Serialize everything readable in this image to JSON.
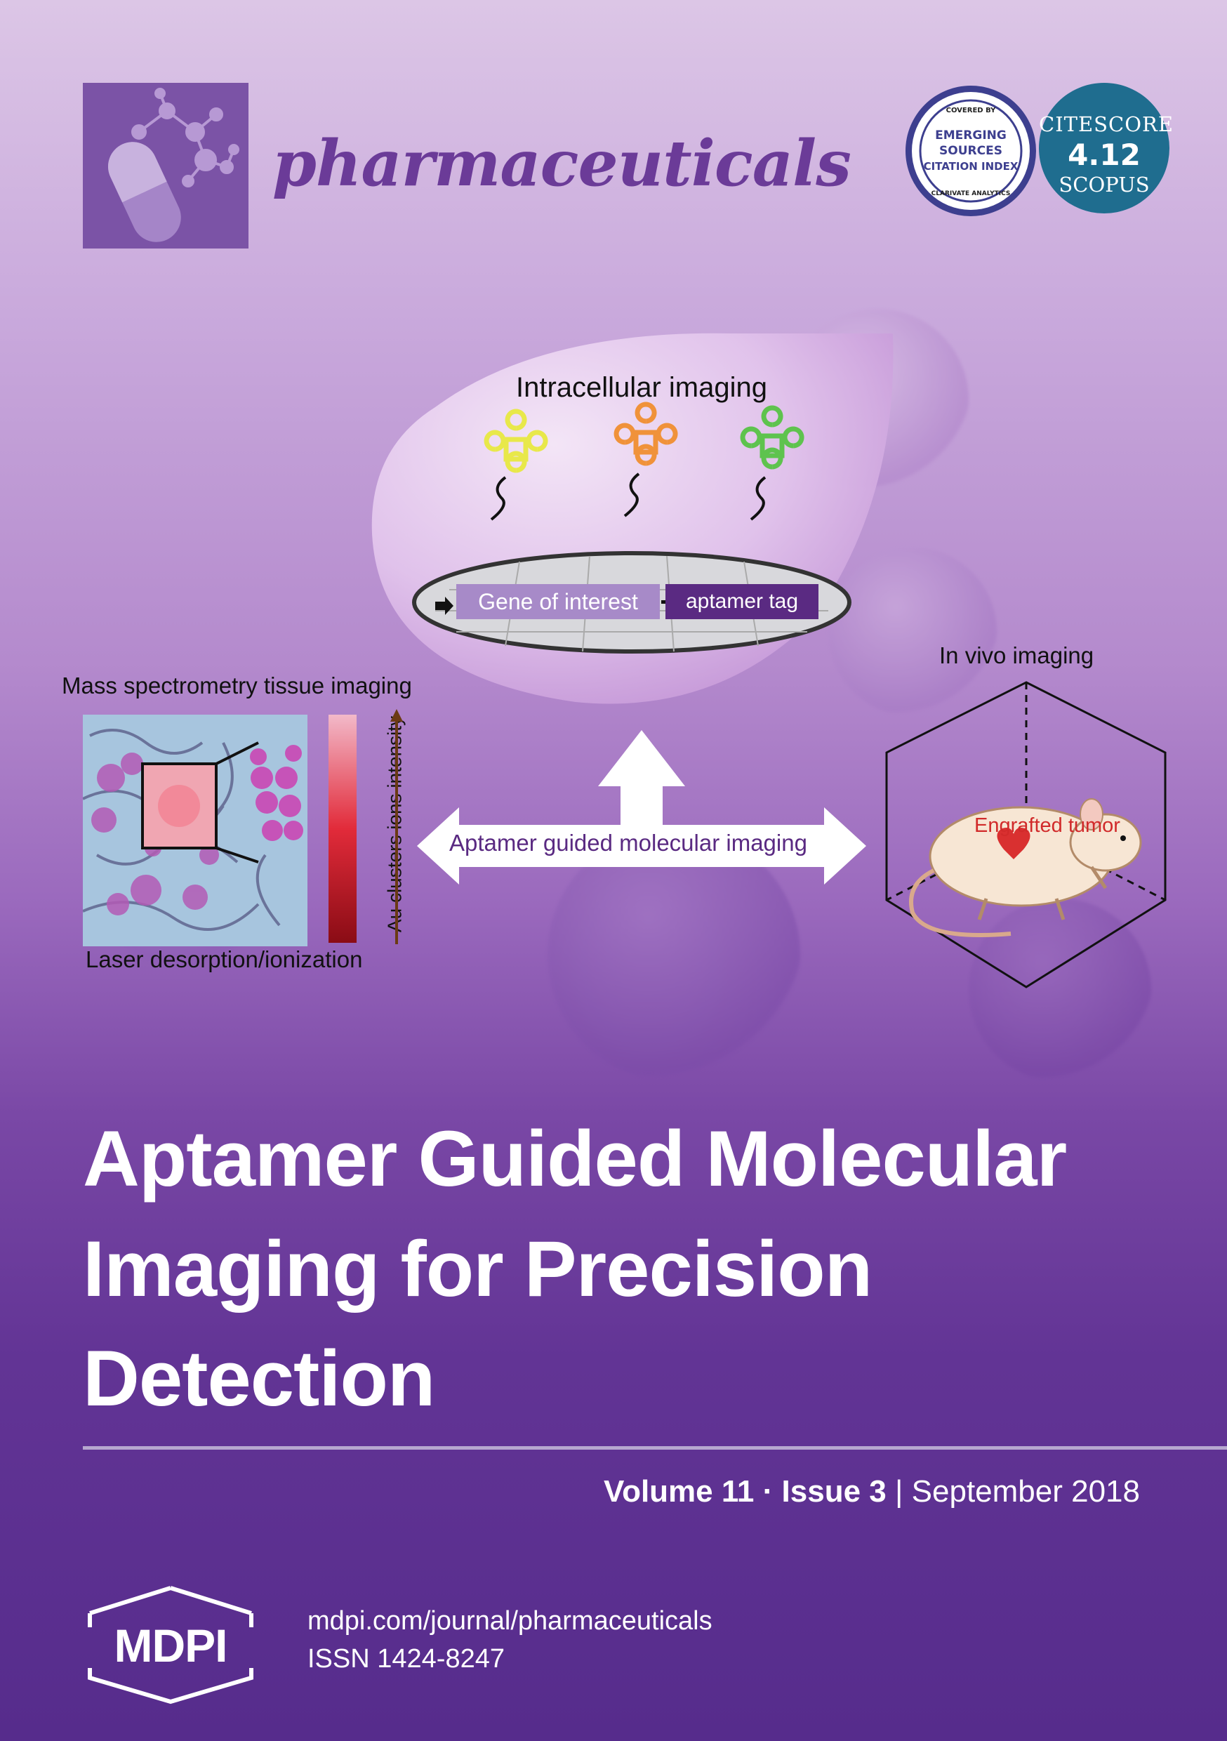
{
  "journal": {
    "name": "pharmaceuticals"
  },
  "badges": {
    "esci": {
      "top_text": "COVERED BY",
      "line1": "EMERGING",
      "line2": "SOURCES",
      "line3": "CITATION INDEX",
      "bottom_text": "CLARIVATE ANALYTICS"
    },
    "citescore": {
      "label": "CITESCORE",
      "value": "4.12",
      "source": "SCOPUS"
    }
  },
  "figure": {
    "intracellular_title": "Intracellular imaging",
    "gene_label": "Gene of interest",
    "tag_label": "aptamer tag",
    "mass_spec_title": "Mass spectrometry tissue imaging",
    "intensity_label": "Au clusters ions intensity",
    "ldi_label": "Laser desorption/ionization",
    "center_label": "Aptamer guided molecular imaging",
    "in_vivo_title": "In vivo imaging",
    "tumor_label": "Engrafted tumor"
  },
  "article": {
    "title_lines": [
      "Aptamer Guided Molecular",
      "Imaging for Precision",
      "Detection"
    ]
  },
  "issue": {
    "volume": "Volume 11",
    "sep": "·",
    "issue": "Issue 3",
    "bar": "|",
    "date": "September 2018"
  },
  "publisher": {
    "name": "MDPI",
    "url": "mdpi.com/journal/pharmaceuticals",
    "issn": "ISSN 1424-8247"
  },
  "colors": {
    "journal_purple": "#6b3b98",
    "citescore_blue": "#1f6d8f",
    "label_purple": "#5a2a82"
  }
}
